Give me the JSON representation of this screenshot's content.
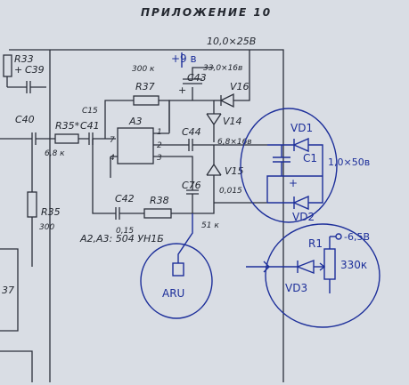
{
  "header": {
    "title": "ПРИЛОЖЕНИЕ 10"
  },
  "printed": {
    "supply": "10,0×25В",
    "r33": "R33",
    "c39": "C39",
    "c39_sign": "+",
    "c40": "C40",
    "r35s": "R35*",
    "r35s_val": "6,8 к",
    "c41": "C41",
    "c15": "C15",
    "r37": "R37",
    "r37_val": "300 к",
    "a3": "A3",
    "pin1": "1",
    "pin7": "7",
    "pin4": "4",
    "pin2": "2",
    "pin3": "3",
    "c43": "C43",
    "c43_val": "33,0×16в",
    "v16": "V16",
    "v14": "V14",
    "c44": "C44",
    "c44_val": "6,8×16в",
    "v15": "V15",
    "c76": "C76",
    "c76_val": "0,015",
    "c42": "C42",
    "c42_val": "0,15",
    "r38": "R38",
    "r38_val": "51 к",
    "r35": "R35",
    "r35_val": "300",
    "a2a3": "A2,A3: 504 УН1Б",
    "r37b": "37"
  },
  "handwritten": {
    "plus9": "+9 в",
    "vd1": "VD1",
    "c1": "C1",
    "c1_val": "1,0×50в",
    "c1_sign": "+",
    "vd2": "VD2",
    "r1": "R1",
    "r1_val": "330к",
    "supply_neg": "-6,5В",
    "vd3": "VD3",
    "aru": "ARU"
  },
  "colors": {
    "ink": "#23272f",
    "pen": "#1d2f9a",
    "paper": "#d9dde4"
  }
}
